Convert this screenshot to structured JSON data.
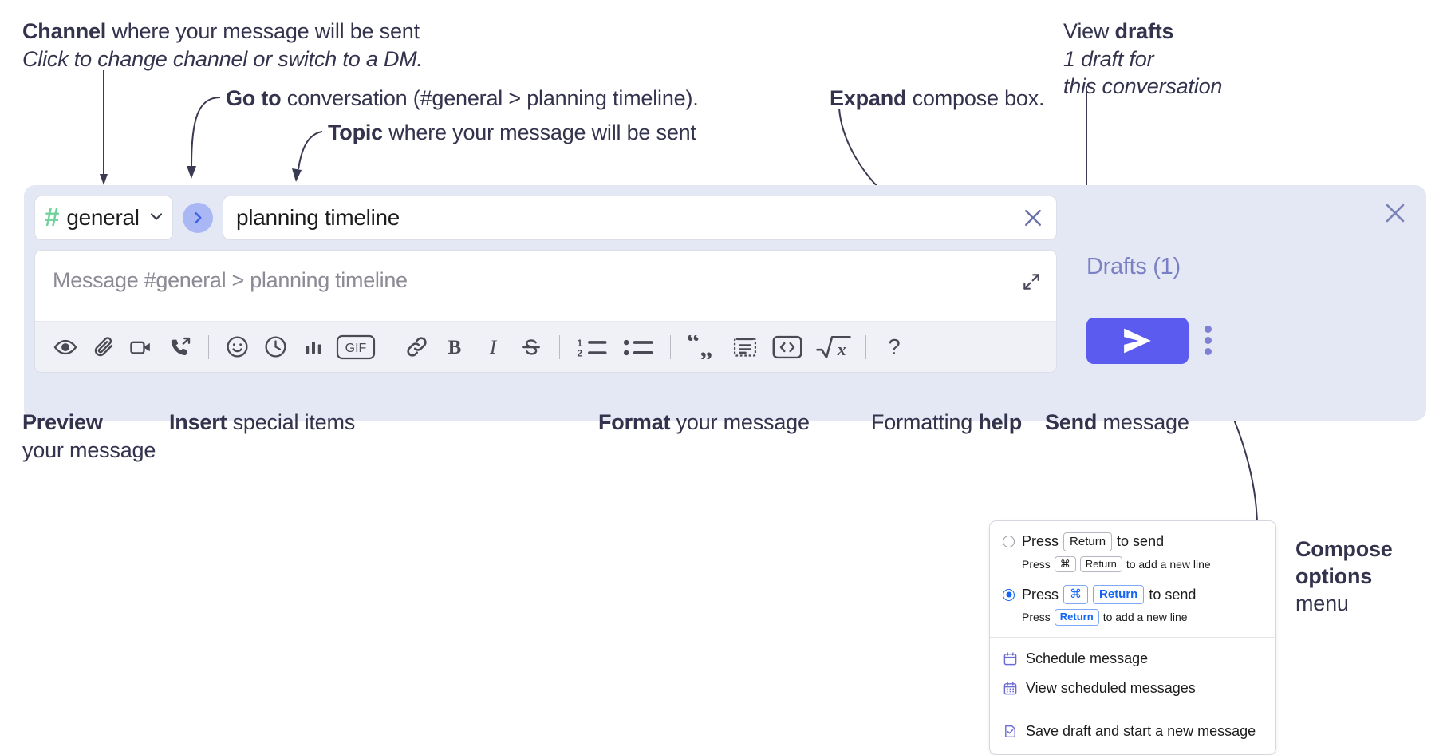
{
  "annotations": {
    "channel": {
      "title_bold": "Channel",
      "title_rest": " where your message will be sent",
      "sub": "Click to change channel or switch to a DM."
    },
    "goto": {
      "bold": "Go to",
      "rest": " conversation (#general > planning timeline)."
    },
    "topic": {
      "bold": "Topic",
      "rest": " where your message will be sent"
    },
    "expand": {
      "bold": "Expand",
      "rest": " compose box."
    },
    "drafts": {
      "bold_lead": "View ",
      "bold": "drafts",
      "sub_line1": "1 draft for",
      "sub_line2": "this conversation"
    },
    "preview": {
      "bold": "Preview",
      "rest": "your message"
    },
    "insert": {
      "bold": "Insert",
      "rest": " special items"
    },
    "format": {
      "bold": "Format",
      "rest": " your message"
    },
    "formatting_help": {
      "rest": "Formatting ",
      "bold": "help"
    },
    "send": {
      "bold": "Send",
      "rest": " message"
    },
    "compose_options": {
      "line1": "Compose",
      "line2": "options",
      "line3": "menu"
    }
  },
  "compose": {
    "channel_label": "general",
    "hash_symbol": "#",
    "topic_value": "planning timeline",
    "message_placeholder": "Message #general > planning timeline",
    "drafts_label": "Drafts (1)",
    "toolbar_groups": [
      {
        "name": "preview",
        "items": [
          {
            "name": "preview-eye-icon",
            "label": "Preview"
          }
        ]
      },
      {
        "name": "insert",
        "items": [
          {
            "name": "attachment-paperclip-icon",
            "label": "Attach file"
          },
          {
            "name": "video-camera-icon",
            "label": "Record video clip"
          },
          {
            "name": "audio-clip-icon",
            "label": "Record audio clip"
          }
        ]
      },
      {
        "name": "insert2",
        "items": [
          {
            "name": "emoji-icon",
            "label": "Emoji"
          },
          {
            "name": "clock-icon",
            "label": "Reminder"
          },
          {
            "name": "poll-bar-chart-icon",
            "label": "Poll"
          },
          {
            "name": "gif-icon",
            "label": "GIF"
          }
        ]
      },
      {
        "name": "format-link",
        "items": [
          {
            "name": "link-icon",
            "label": "Link"
          }
        ]
      },
      {
        "name": "format-text",
        "items": [
          {
            "name": "bold-icon",
            "label": "Bold"
          },
          {
            "name": "italic-icon",
            "label": "Italic"
          },
          {
            "name": "strikethrough-icon",
            "label": "Strikethrough"
          }
        ]
      },
      {
        "name": "format-lists",
        "items": [
          {
            "name": "ordered-list-icon",
            "label": "Ordered list"
          },
          {
            "name": "bulleted-list-icon",
            "label": "Bulleted list"
          }
        ]
      },
      {
        "name": "format-blocks",
        "items": [
          {
            "name": "blockquote-icon",
            "label": "Blockquote"
          },
          {
            "name": "code-block-icon",
            "label": "Code block"
          },
          {
            "name": "code-snippet-icon",
            "label": "Code"
          },
          {
            "name": "math-icon",
            "label": "Math"
          }
        ]
      },
      {
        "name": "help",
        "items": [
          {
            "name": "help-question-icon",
            "label": "Formatting help"
          }
        ]
      }
    ],
    "gif_label": "GIF",
    "help_label": "?",
    "ordered_list_digits": [
      "1",
      "2"
    ]
  },
  "menu": {
    "options": [
      {
        "selected": false,
        "main_prefix": "Press",
        "main_keys": [
          "Return"
        ],
        "main_suffix": "to send",
        "sub_prefix": "Press",
        "sub_keys": [
          "⌘",
          "Return"
        ],
        "sub_suffix": "to add a new line"
      },
      {
        "selected": true,
        "main_prefix": "Press",
        "main_keys": [
          "⌘",
          "Return"
        ],
        "main_suffix": "to send",
        "sub_prefix": "Press",
        "sub_keys": [
          "Return"
        ],
        "sub_suffix": "to add a new line"
      }
    ],
    "items": [
      {
        "icon": "calendar-schedule-icon",
        "label": "Schedule message"
      },
      {
        "icon": "calendar-grid-icon",
        "label": "View scheduled messages"
      },
      {
        "icon": "save-draft-icon",
        "label": "Save draft and start a new message"
      }
    ]
  },
  "colors": {
    "panel_bg": "#e4e7f4",
    "send_button": "#5b5bf0",
    "hash_green": "#6ed29b",
    "goto_circle": "#aab7f5",
    "drafts_text": "#7a80c4",
    "accent_blue": "#1264f5",
    "menu_icon": "#6b6bd6"
  }
}
